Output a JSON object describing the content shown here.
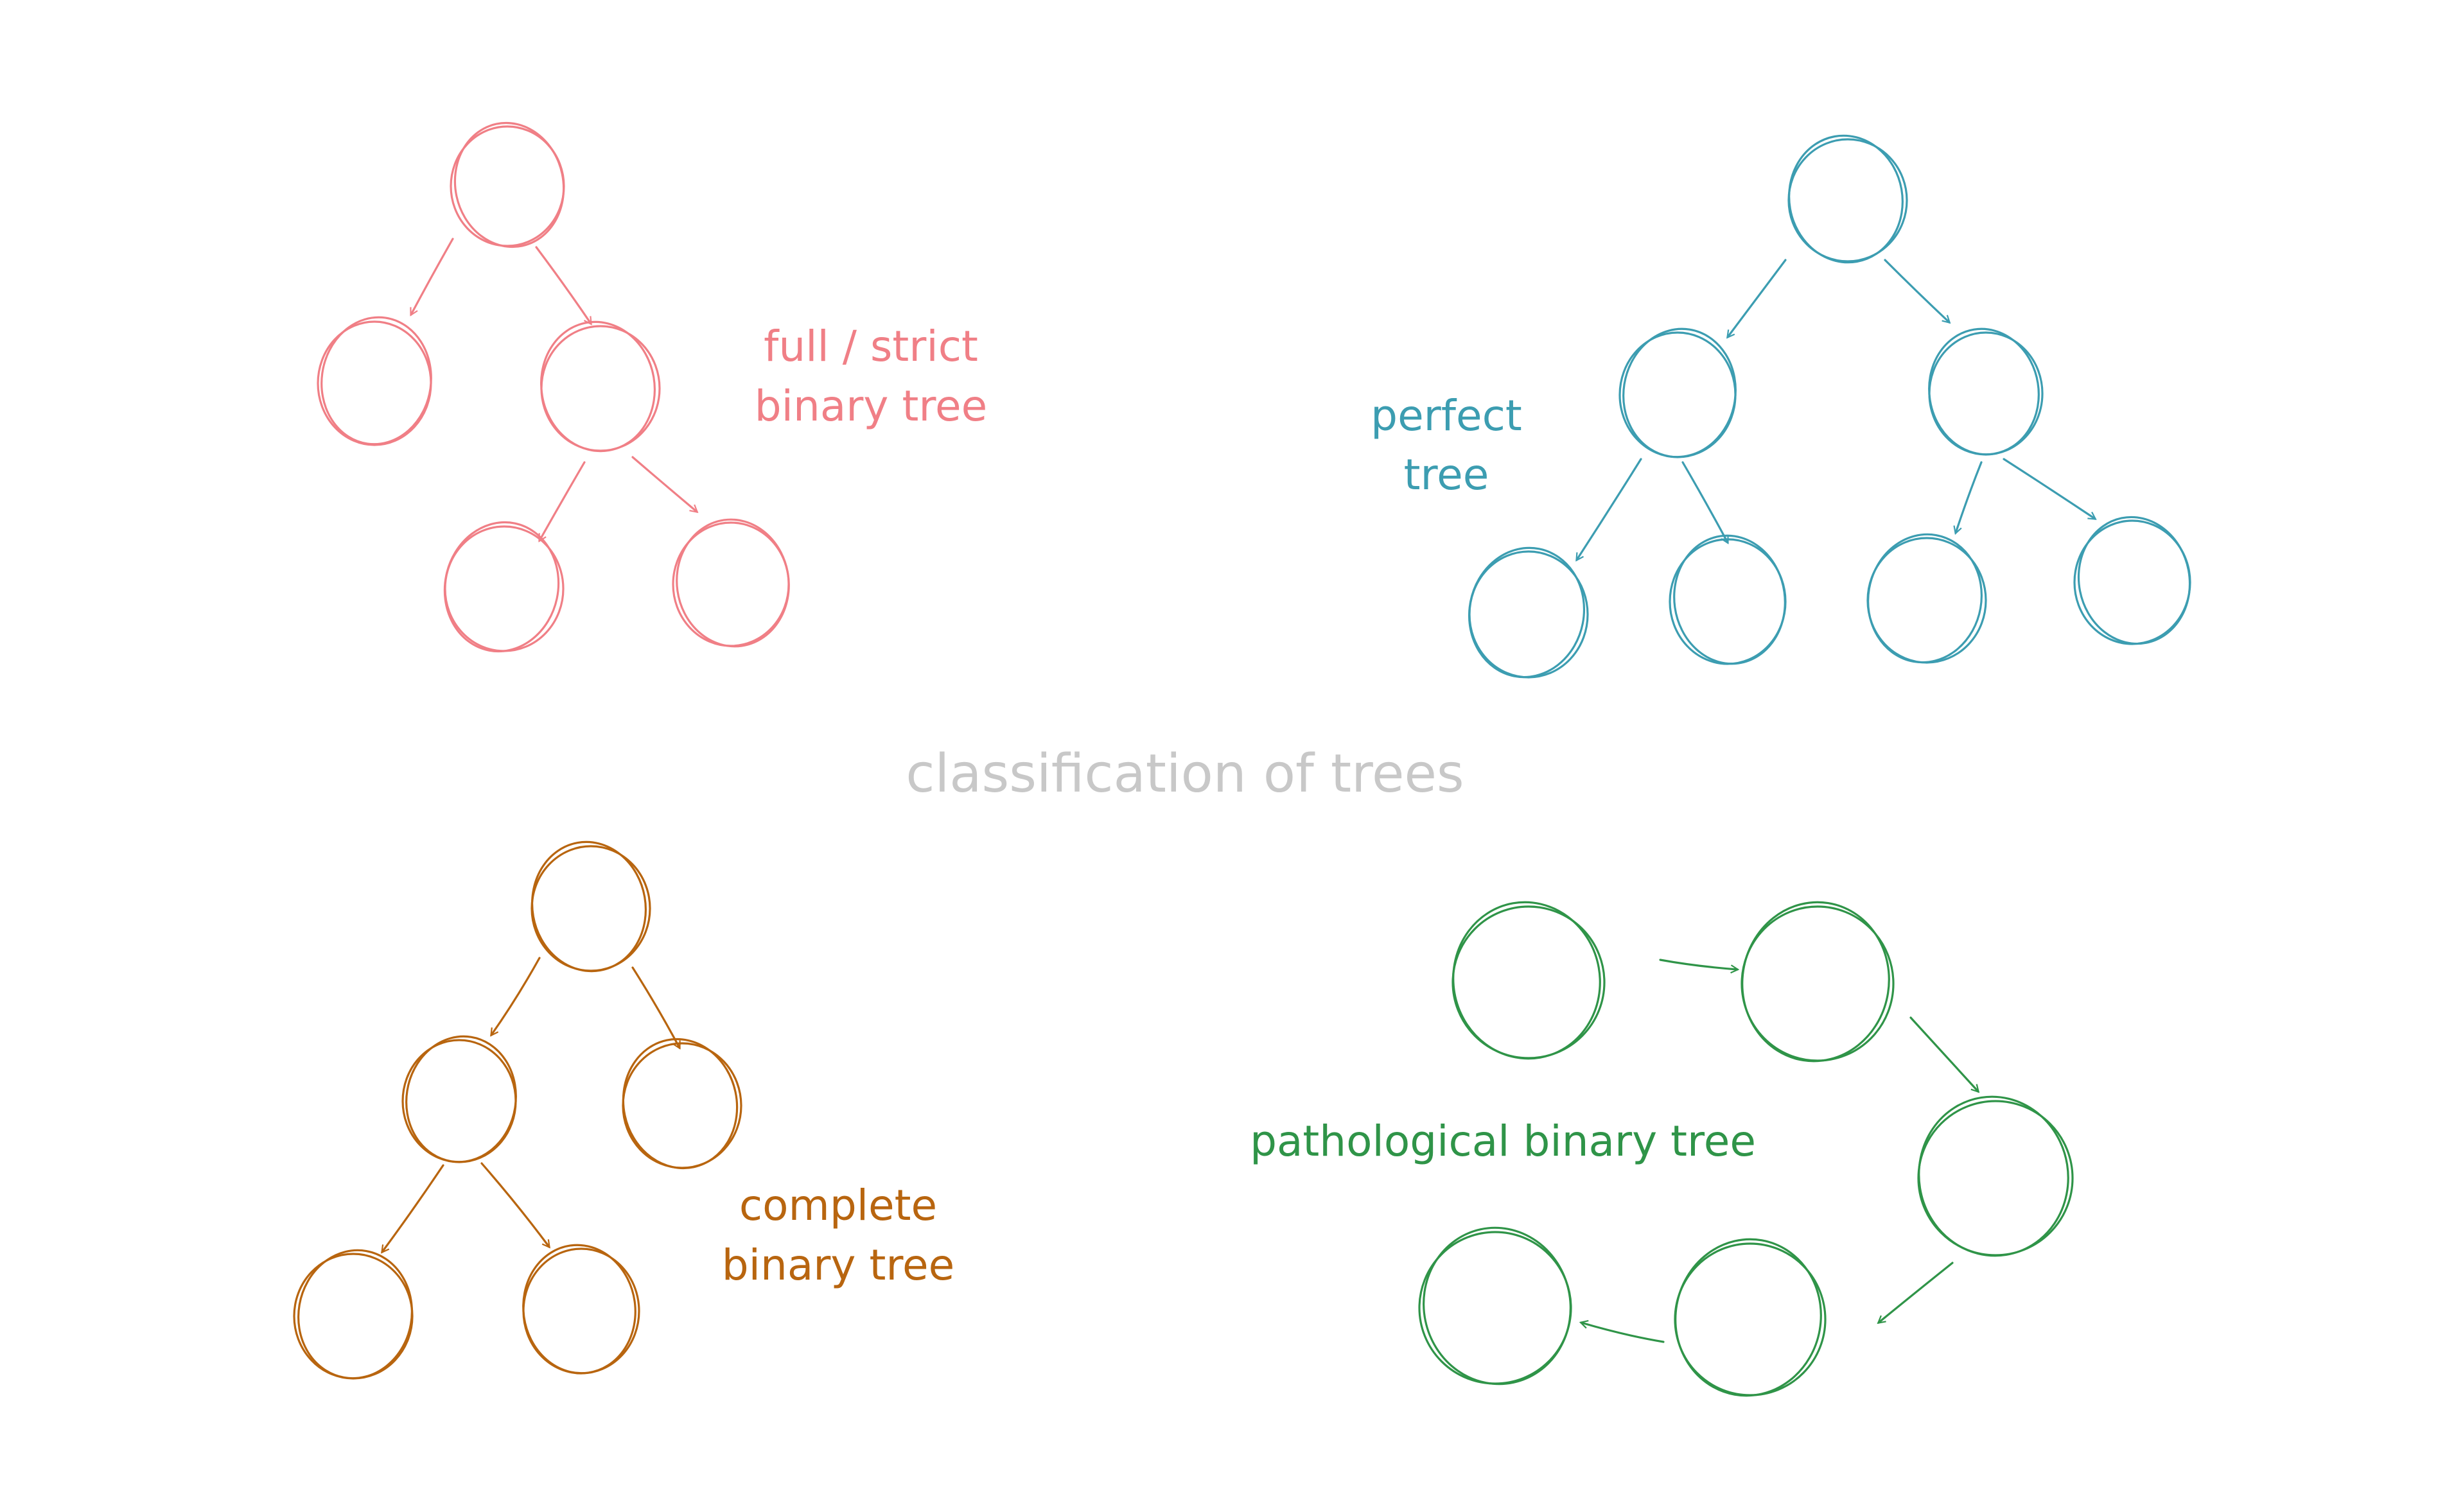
{
  "title": "classification of trees",
  "colors": {
    "title": "#c8c8c8",
    "full": "#f07f86",
    "perfect": "#3c9db1",
    "complete": "#b8650f",
    "pathological": "#2f9448"
  },
  "diagrams": {
    "full": {
      "label_lines": [
        "full / strict",
        "binary tree"
      ]
    },
    "perfect": {
      "label_lines": [
        "perfect",
        "tree"
      ]
    },
    "complete": {
      "label_lines": [
        "complete",
        "binary tree"
      ]
    },
    "pathological": {
      "label_lines": [
        "pathological binary tree"
      ]
    }
  }
}
